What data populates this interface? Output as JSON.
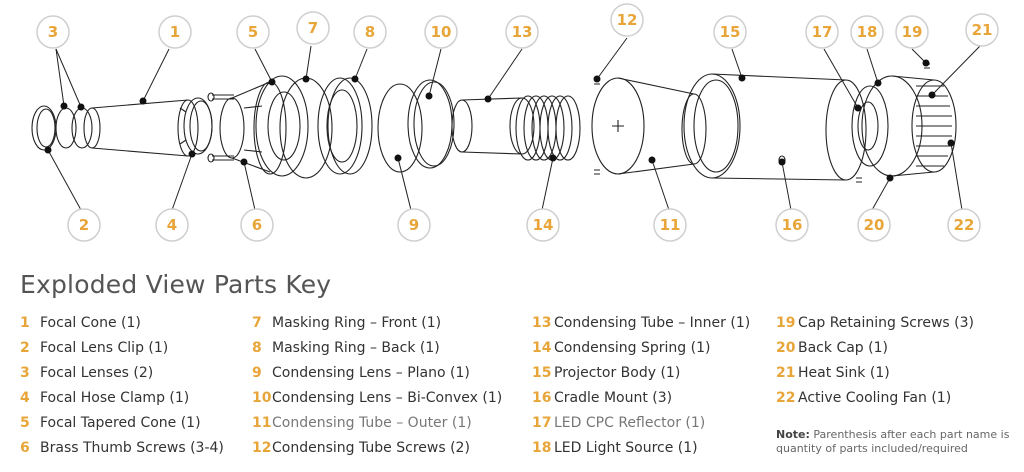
{
  "callouts": [
    "1",
    "2",
    "3",
    "4",
    "5",
    "6",
    "7",
    "8",
    "9",
    "10",
    "11",
    "12",
    "13",
    "14",
    "15",
    "16",
    "17",
    "18",
    "19",
    "20",
    "21",
    "22"
  ],
  "key": {
    "title": "Exploded View Parts Key",
    "columns": [
      [
        {
          "num": "1",
          "label": "Focal Cone (1)"
        },
        {
          "num": "2",
          "label": "Focal Lens Clip (1)"
        },
        {
          "num": "3",
          "label": "Focal Lenses (2)"
        },
        {
          "num": "4",
          "label": "Focal Hose Clamp (1)"
        },
        {
          "num": "5",
          "label": "Focal Tapered Cone (1)"
        },
        {
          "num": "6",
          "label": "Brass Thumb Screws (3-4)"
        }
      ],
      [
        {
          "num": "7",
          "label": "Masking Ring – Front (1)"
        },
        {
          "num": "8",
          "label": "Masking Ring – Back (1)"
        },
        {
          "num": "9",
          "label": "Condensing Lens – Plano (1)"
        },
        {
          "num": "10",
          "label": "Condensing Lens – Bi-Convex (1)"
        },
        {
          "num": "11",
          "label": "Condensing Tube – Outer (1)"
        },
        {
          "num": "12",
          "label": "Condensing Tube Screws (2)"
        }
      ],
      [
        {
          "num": "13",
          "label": "Condensing Tube – Inner (1)"
        },
        {
          "num": "14",
          "label": "Condensing Spring (1)"
        },
        {
          "num": "15",
          "label": "Projector Body (1)"
        },
        {
          "num": "16",
          "label": "Cradle Mount (3)"
        },
        {
          "num": "17",
          "label": "LED CPC Reflector (1)"
        },
        {
          "num": "18",
          "label": "LED Light Source (1)"
        }
      ],
      [
        {
          "num": "19",
          "label": "Cap Retaining Screws (3)"
        },
        {
          "num": "20",
          "label": "Back Cap (1)"
        },
        {
          "num": "21",
          "label": "Heat Sink (1)"
        },
        {
          "num": "22",
          "label": "Active Cooling Fan (1)"
        }
      ]
    ]
  },
  "note": {
    "bold": "Note:",
    "text": " Parenthesis after each part name is quantity of parts included/required"
  },
  "colors": {
    "accent": "#e8a63a",
    "line": "#222222",
    "circle_stroke": "#cfcfcf"
  }
}
